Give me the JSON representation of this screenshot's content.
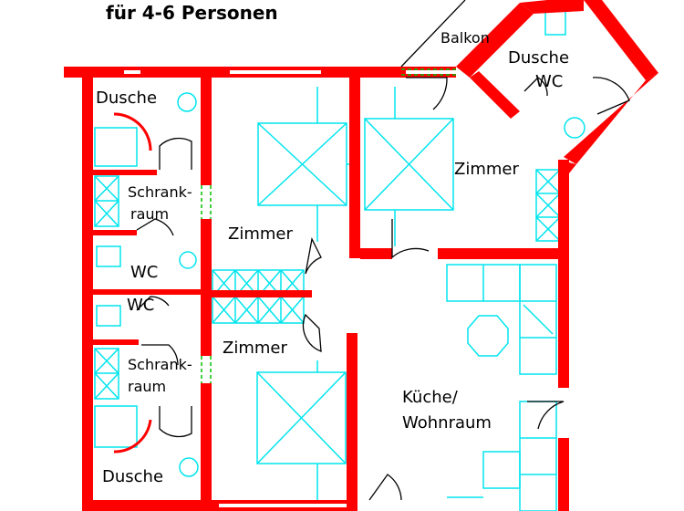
{
  "header": {
    "title": "für 4-6 Personen"
  },
  "rooms": {
    "balkon": "Balkon",
    "dusche_wc_line1": "Dusche",
    "dusche_wc_line2": "WC",
    "zimmer_top_right": "Zimmer",
    "dusche_top_left": "Dusche",
    "schrank_top_line1": "Schrank-",
    "schrank_top_line2": "raum",
    "zimmer_middle": "Zimmer",
    "wc_upper": "WC",
    "wc_lower": "WC",
    "zimmer_lower": "Zimmer",
    "schrank_bottom_line1": "Schrank-",
    "schrank_bottom_line2": "raum",
    "kueche_line1": "Küche/",
    "kueche_line2": "Wohnraum",
    "dusche_bottom_left": "Dusche"
  },
  "colors": {
    "wall": "#ff0000",
    "furniture": "#00e5ee",
    "door": "#000000",
    "window": "#00c000",
    "background": "#ffffff"
  }
}
